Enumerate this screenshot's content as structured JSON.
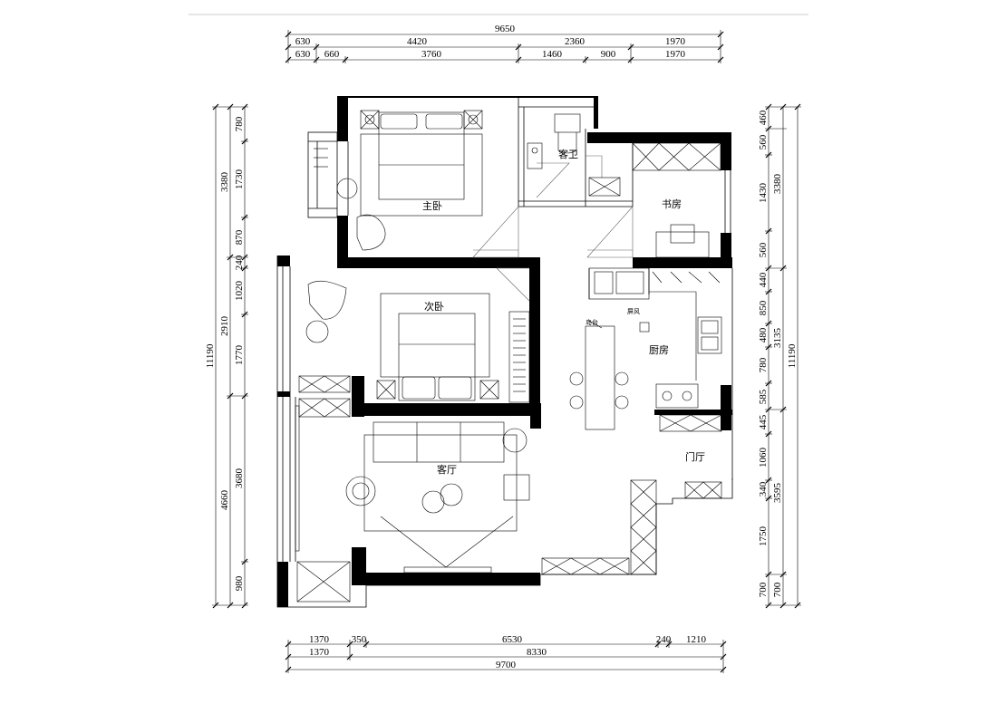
{
  "rooms": {
    "master_bedroom": "主卧",
    "guest_bath": "客卫",
    "study": "书房",
    "second_bedroom": "次卧",
    "kitchen": "厨房",
    "island": "岛台",
    "screen": "屏风",
    "living_room": "客厅",
    "foyer": "门厅"
  },
  "dims_top": {
    "total": "9650",
    "row1": [
      "630",
      "4420",
      "2360",
      "1970"
    ],
    "row2": [
      "630",
      "660",
      "3760",
      "1460",
      "900",
      "1970"
    ]
  },
  "dims_bottom": {
    "row1": [
      "1370",
      "350",
      "6530",
      "240",
      "1210"
    ],
    "row2": [
      "1370",
      "8330"
    ],
    "total": "9700"
  },
  "dims_left": {
    "total": "11190",
    "group": [
      "3380",
      "2910",
      "4660"
    ],
    "detail": [
      "780",
      "1730",
      "870",
      "240",
      "1020",
      "1770",
      "3680",
      "980"
    ]
  },
  "dims_right": {
    "total": "11190",
    "group": [
      "3380",
      "3135",
      "3595",
      "700"
    ],
    "detail": [
      "460",
      "560",
      "1430",
      "560",
      "440",
      "850",
      "480",
      "780",
      "585",
      "445",
      "1060",
      "340",
      "1750",
      "700"
    ]
  }
}
